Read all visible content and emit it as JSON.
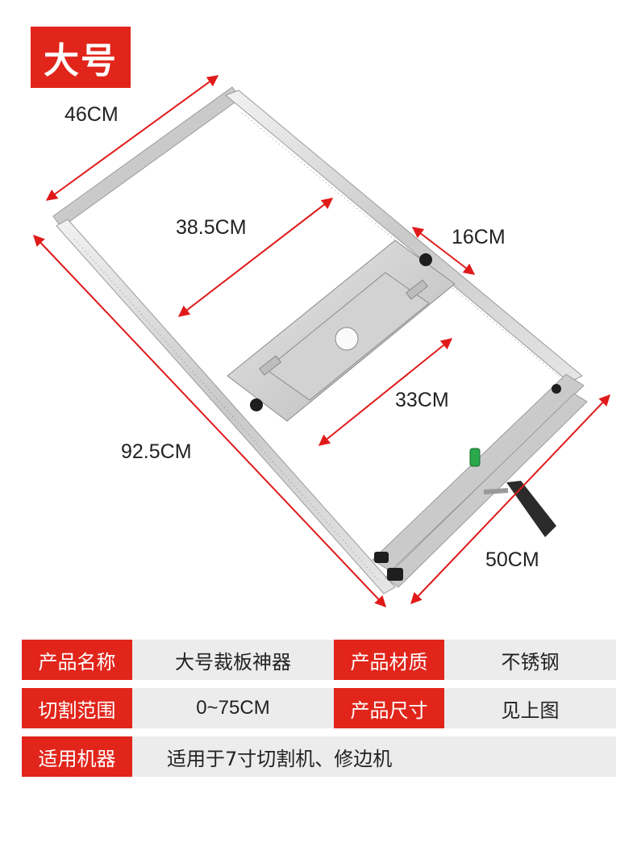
{
  "badge": "大号",
  "dimensions": {
    "width_top": "46CM",
    "inner_width": "38.5CM",
    "base_width": "16CM",
    "length": "92.5CM",
    "base_length": "33CM",
    "rail_width": "50CM"
  },
  "specs": {
    "row1": {
      "label1": "产品名称",
      "value1": "大号裁板神器",
      "label2": "产品材质",
      "value2": "不锈钢"
    },
    "row2": {
      "label1": "切割范围",
      "value1": "0~75CM",
      "label2": "产品尺寸",
      "value2": "见上图"
    },
    "row3": {
      "label1": "适用机器",
      "value1": "适用于7寸切割机、修边机"
    }
  },
  "colors": {
    "accent": "#e1251b",
    "row_bg": "#ececec",
    "arrow": "#e01a1a"
  }
}
